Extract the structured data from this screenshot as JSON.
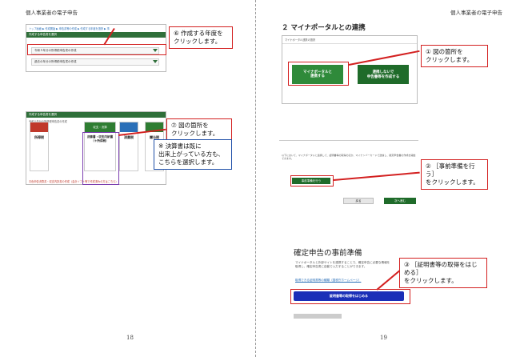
{
  "left_page": {
    "running_head": "個人事業者の電子申告",
    "page_number": "18",
    "shot1": {
      "breadcrumb": "トップ画面 ▶ 作成開始 ▶ 申告書等の作成 ▶ 作成する年度を選択 ▶ 事",
      "header": "作成する申告書を選択",
      "row1": "令和５年分の所得税申告書の作成",
      "row2": "過去の年分の所得税申告書の作成"
    },
    "callout6": {
      "num": "⑥",
      "text": "作成する年度を\nクリックします。"
    },
    "shot2": {
      "header": "作成する申告書を選択",
      "sub": "令和５年分の所得税申告書の作成",
      "cards": [
        {
          "top": "",
          "label": "所得税",
          "color": "#c0392b"
        },
        {
          "top": "収支・決算",
          "label": "決算書・収支内訳書（＋所得税）",
          "color": "#2e7d32"
        },
        {
          "top": "",
          "label": "消費税",
          "color": "#2a6fb8"
        },
        {
          "top": "",
          "label": "贈与税",
          "color": "#2e7d32"
        }
      ],
      "footer": "青色申告決算書・収支内訳書の作成（会計ソフト等で作成済みの方はこちら）"
    },
    "callout7": {
      "num": "⑦",
      "text": "図の箇所を\nクリックします。"
    },
    "note": {
      "mark": "※",
      "text": "決算書は既に\n出来上がっている方も、\nこちらを選択します。"
    }
  },
  "right_page": {
    "running_head": "個人事業者の電子申告",
    "page_number": "19",
    "section_title": "２ マイナポータルとの連携",
    "shot3": {
      "header": "マイナポータル連携の選択",
      "btn_link": "マイナポータルと\n連携する",
      "btn_nolink": "連携しないで\n申告書等を作成する"
    },
    "callout1": {
      "num": "①",
      "text": "図の箇所を\nクリックします。"
    },
    "shot4": {
      "note": "以下において、マイナポータルと連携して、証明書等の取得のほか、マイナンバーカードで送信し、確定申告書の作成を開始できます。",
      "btn_prepare": "事前準備を行う",
      "btn_back": "戻る",
      "btn_next": "次へ進む"
    },
    "callout2": {
      "num": "②",
      "text": "［事前準備を行う］\nをクリックします。"
    },
    "shot5": {
      "title": "確定申告の事前準備",
      "desc": "マイナポータルと外部サイトを連携することで、確定申告に必要な情報を取得し、確定申告書に自動で入力することができます。",
      "link": "取得できる証明書等の種類（国税庁ホームページ）",
      "btn": "証明書等の取得をはじめる"
    },
    "callout3": {
      "num": "③",
      "text": "［証明書等の取得をはじめる］\nをクリックします。"
    }
  }
}
